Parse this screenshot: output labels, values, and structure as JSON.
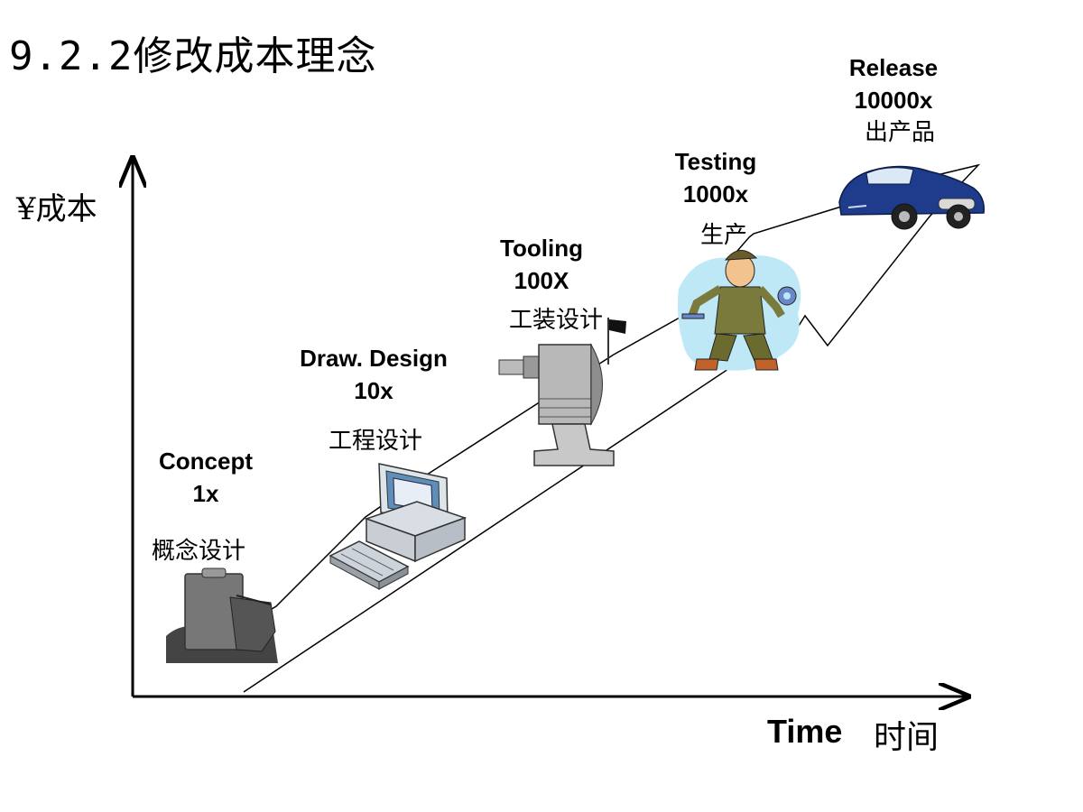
{
  "title": "9.2.2修改成本理念",
  "y_axis_label": "¥成本",
  "x_axis_label_en": "Time",
  "x_axis_label_zh": "时间",
  "stages": [
    {
      "name": "Concept",
      "multiplier": "1x",
      "cn": "概念设计",
      "icon": "clipboard-icon"
    },
    {
      "name": "Draw. Design",
      "multiplier": "10x",
      "cn": "工程设计",
      "icon": "computer-icon"
    },
    {
      "name": "Tooling",
      "multiplier": "100X",
      "cn": "工装设计",
      "icon": "machine-icon"
    },
    {
      "name": "Testing",
      "multiplier": "1000x",
      "cn": "生产",
      "icon": "worker-icon"
    },
    {
      "name": "Release",
      "multiplier": "10000x",
      "cn": "出产品",
      "icon": "car-icon"
    }
  ],
  "colors": {
    "axis": "#000000",
    "car_body": "#1f3c8c",
    "worker_bg": "#bfe8f7"
  }
}
